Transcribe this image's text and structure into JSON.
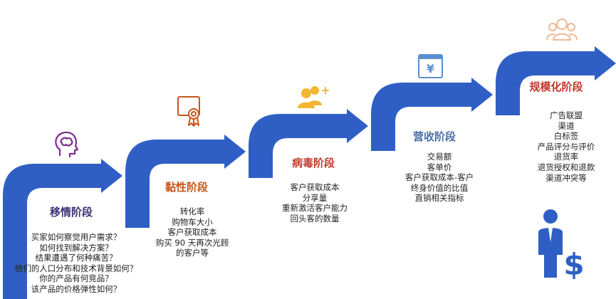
{
  "stages": [
    {
      "title": "移情阶段",
      "icon": "brain-head-icon",
      "color": "#3b2f73",
      "items": [
        "买家如何察觉用户需求？",
        "如何找到解决方案？",
        "结果遭遇了何种痛苦？",
        "他们的人口分布和技术背景如何？",
        "你的产品有何竞品？",
        "该产品的价格弹性如何？"
      ]
    },
    {
      "title": "黏性阶段",
      "icon": "certificate-icon",
      "color": "#c8541a",
      "items": [
        "转化率",
        "购物车大小",
        "客户获取成本",
        "购买 90 天再次光顾",
        "的客户等"
      ]
    },
    {
      "title": "病毒阶段",
      "icon": "users-add-icon",
      "color": "#c0392b",
      "items": [
        "客户获取成本",
        "分享量",
        "重新激活客户能力",
        "回头客的数量"
      ]
    },
    {
      "title": "营收阶段",
      "icon": "yuan-card-icon",
      "color": "#4a6fa5",
      "items": [
        "交易额",
        "客单价",
        "客户获取成本-客户",
        "终身价值的比值",
        "直销相关指标"
      ]
    },
    {
      "title": "规模化阶段",
      "icon": "group-icon",
      "color": "#c0392b",
      "items": [
        "广告联盟",
        "渠道",
        "白标签",
        "产品评分与评价",
        "退货率",
        "退货授权和退款",
        "渠道冲突等"
      ]
    }
  ],
  "colors": {
    "arrow": "#2f5fc4",
    "icon_purple": "#7b2d8e",
    "icon_orange": "#c8541a",
    "icon_yellow": "#f2b632",
    "icon_blue": "#5b8fd0",
    "icon_peach": "#f0b896",
    "businessman": "#2f5fc4"
  },
  "decor": {
    "currency_symbol": "¥",
    "dollar_symbol": "$"
  }
}
